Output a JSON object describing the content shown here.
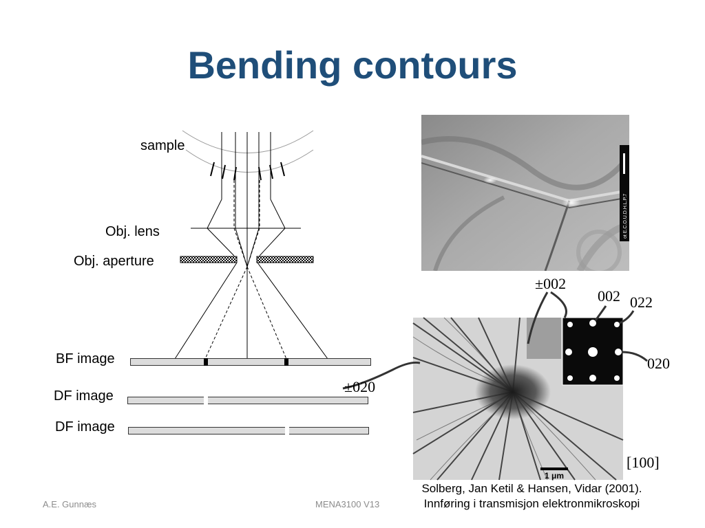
{
  "title": "Bending contours",
  "diagram": {
    "labels": {
      "sample": "sample",
      "obj_lens": "Obj. lens",
      "obj_aperture": "Obj. aperture",
      "bf_image": "BF image",
      "df_image_1": "DF image",
      "df_image_2": "DF image"
    }
  },
  "figure": {
    "label_pm002": "±002",
    "label_pm020": "±020",
    "spot_002": "002",
    "spot_022": "022",
    "spot_020": "020",
    "zone_axis": "[100]",
    "scale_bar": "1 μm",
    "photo_side_text": "ot E.C.O.U.D.H.L.P.7"
  },
  "citation": {
    "line1": "Solberg, Jan Ketil & Hansen, Vidar (2001).",
    "line2": "Innføring i transmisjon elektronmikroskopi"
  },
  "footer": {
    "author": "A.E. Gunnæs",
    "course": "MENA3100 V13"
  },
  "colors": {
    "title": "#1f4e79",
    "footer": "#8c8c8c"
  }
}
